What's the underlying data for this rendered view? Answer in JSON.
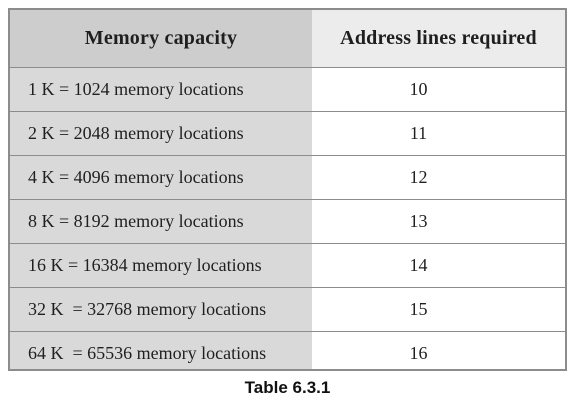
{
  "table": {
    "headers": [
      "Memory capacity",
      "Address lines required"
    ],
    "rows": [
      [
        "1 K = 1024 memory locations",
        "10"
      ],
      [
        "2 K = 2048 memory locations",
        "11"
      ],
      [
        "4 K = 4096 memory locations",
        "12"
      ],
      [
        "8 K = 8192 memory locations",
        "13"
      ],
      [
        "16 K = 16384 memory locations",
        "14"
      ],
      [
        "32 K  = 32768 memory locations",
        "15"
      ],
      [
        "64 K  = 65536 memory locations",
        "16"
      ]
    ]
  },
  "caption": "Table 6.3.1",
  "colors": {
    "border": "#8c8c8c",
    "header_col1_bg": "#cdcdcd",
    "header_col2_bg": "#ececec",
    "body_col1_bg": "#d9d9d9",
    "body_col2_bg": "#ffffff"
  }
}
